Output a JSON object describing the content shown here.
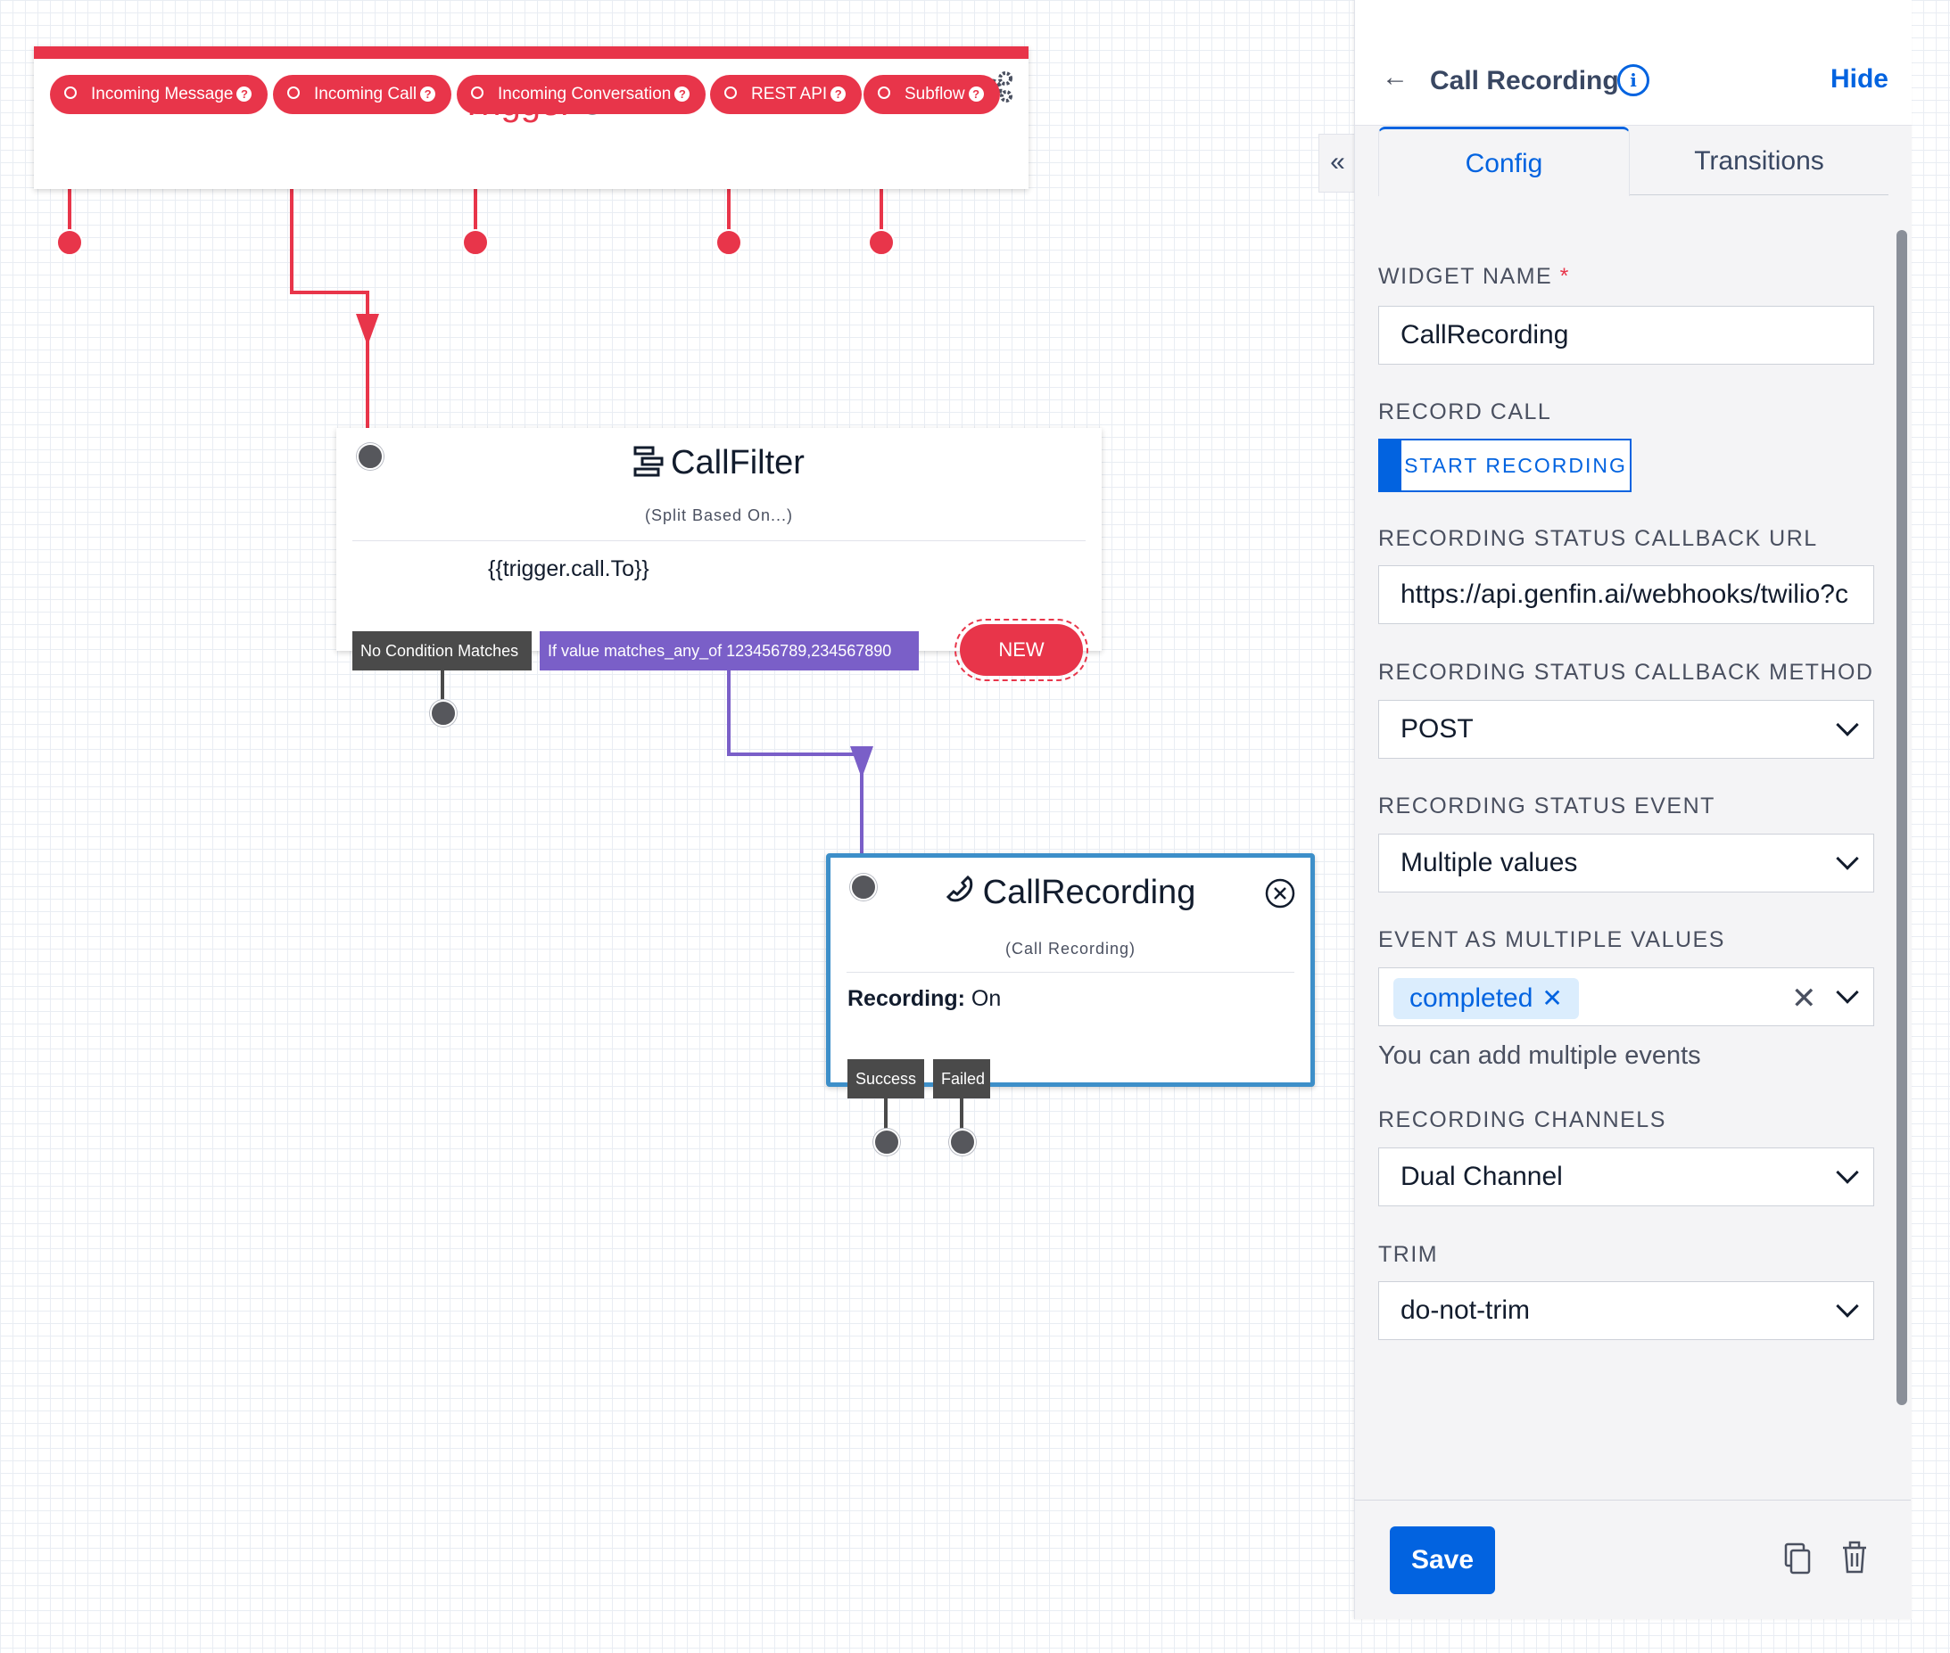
{
  "trigger": {
    "title": "Trigger",
    "help": "?",
    "pills": [
      {
        "label": "Incoming Message"
      },
      {
        "label": "Incoming Call"
      },
      {
        "label": "Incoming Conversation"
      },
      {
        "label": "REST API"
      },
      {
        "label": "Subflow"
      }
    ]
  },
  "callfilter": {
    "title": "CallFilter",
    "subtitle": "(Split Based On...)",
    "variable": "{{trigger.call.To}}",
    "transitions": {
      "no_match": "No Condition Matches",
      "condition": "If value matches_any_of 123456789,234567890",
      "new": "NEW"
    }
  },
  "callrecording_widget": {
    "title": "CallRecording",
    "subtitle": "(Call Recording)",
    "recording_label": "Recording:",
    "recording_value": "On",
    "transitions": {
      "success": "Success",
      "failed": "Failed"
    }
  },
  "panel": {
    "title": "Call Recording",
    "hide": "Hide",
    "tabs": [
      "Config",
      "Transitions"
    ],
    "widget_name": {
      "label": "WIDGET NAME",
      "required": "*",
      "value": "CallRecording"
    },
    "record_call": {
      "label": "RECORD CALL",
      "button": "START RECORDING"
    },
    "callback_url": {
      "label": "RECORDING STATUS CALLBACK URL",
      "value": "https://api.genfin.ai/webhooks/twilio?c"
    },
    "callback_method": {
      "label": "RECORDING STATUS CALLBACK METHOD",
      "value": "POST"
    },
    "status_event": {
      "label": "RECORDING STATUS EVENT",
      "value": "Multiple values"
    },
    "event_multi": {
      "label": "EVENT AS MULTIPLE VALUES",
      "chip": "completed",
      "help": "You can add multiple events"
    },
    "channels": {
      "label": "RECORDING CHANNELS",
      "value": "Dual Channel"
    },
    "trim": {
      "label": "TRIM",
      "value": "do-not-trim"
    },
    "save": "Save"
  },
  "colors": {
    "trigger_red": "#e8354a",
    "condition_purple": "#7a5fc8",
    "selected_blue": "#3d8fc9",
    "primary_blue": "#0263e0"
  },
  "icons": {
    "gear": "gear-icon",
    "split": "split-icon",
    "phone": "phone-icon",
    "close": "close-circle-icon",
    "back": "arrow-left-icon",
    "info": "info-icon",
    "collapse": "double-chevron-left-icon",
    "copy": "copy-icon",
    "trash": "trash-icon"
  }
}
